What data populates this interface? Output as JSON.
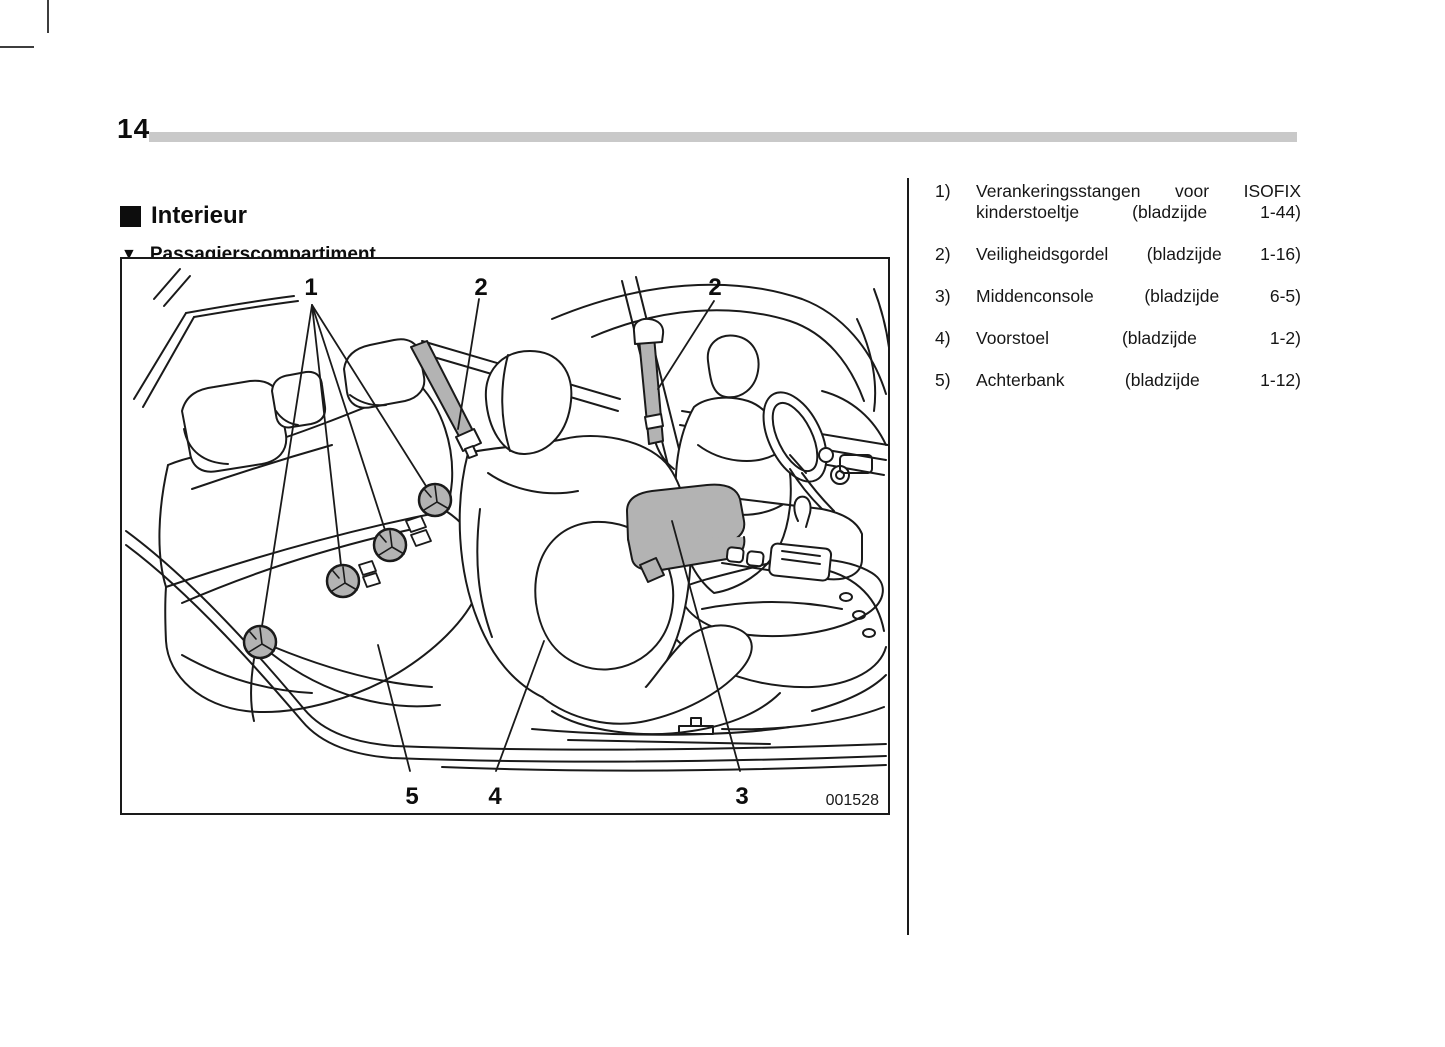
{
  "page": {
    "number": "14"
  },
  "headings": {
    "section": "Interieur",
    "subsection": "Passagierscompartiment"
  },
  "figure": {
    "code": "001528",
    "callouts": {
      "isofix": "1",
      "belt_rear": "2",
      "belt_front": "2",
      "console": "3",
      "front_seat": "4",
      "rear_bench": "5"
    }
  },
  "legend": {
    "items": [
      {
        "num": "1)",
        "text": "Verankeringsstangen voor ISOFIX kinderstoeltje (bladzijde 1-44)"
      },
      {
        "num": "2)",
        "text": "Veiligheidsgordel (bladzijde 1-16)"
      },
      {
        "num": "3)",
        "text": "Middenconsole (bladzijde 6-5)"
      },
      {
        "num": "4)",
        "text": "Voorstoel (bladzijde 1-2)"
      },
      {
        "num": "5)",
        "text": "Achterbank (bladzijde 1-12)"
      }
    ]
  },
  "colors": {
    "ink": "#1a1a1a",
    "gray_fill": "#b3b3b3",
    "header_bar": "#c9c9c9"
  }
}
